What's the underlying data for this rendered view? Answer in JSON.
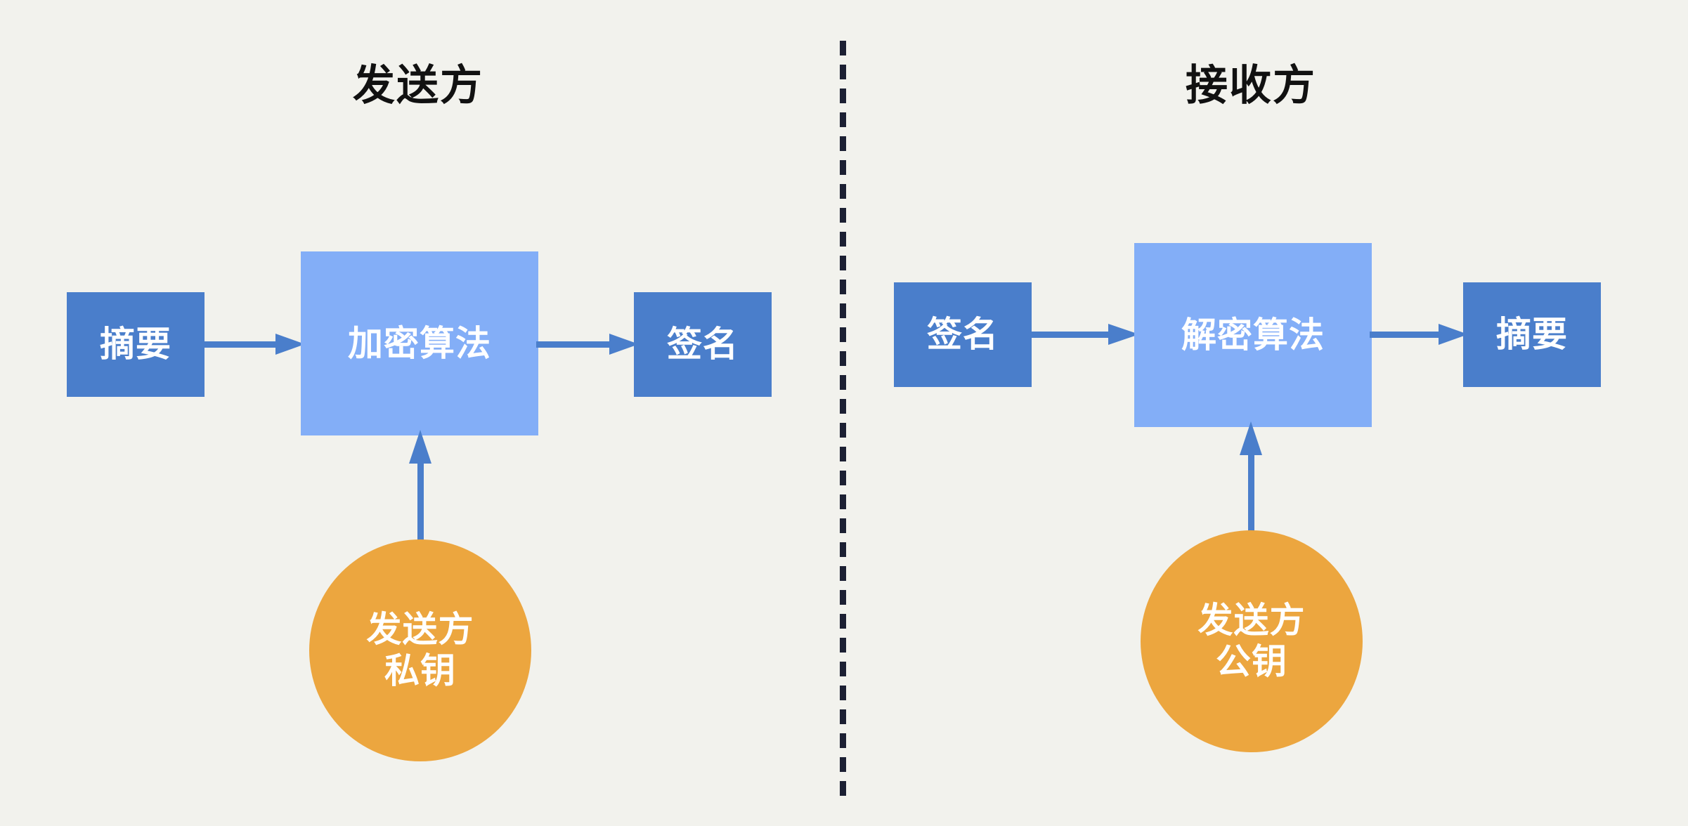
{
  "diagram": {
    "background_color": "#f2f2ed",
    "divider": {
      "name": "vertical-dashed-divider",
      "color": "#1c2033"
    },
    "palette": {
      "box_dark_blue": "#4a7ecb",
      "box_light_blue": "#83aef7",
      "circle_orange": "#eca63f",
      "arrow_blue": "#4a7ecb",
      "text_on_shape": "#ffffff",
      "title_text": "#111111"
    },
    "panels": [
      {
        "id": "sender",
        "title": "发送方",
        "nodes": [
          {
            "id": "digest-send",
            "label": "摘要",
            "shape": "rect",
            "fill": "#4a7ecb"
          },
          {
            "id": "encrypt",
            "label": "加密算法",
            "shape": "rect",
            "fill": "#83aef7"
          },
          {
            "id": "signature-send",
            "label": "签名",
            "shape": "rect",
            "fill": "#4a7ecb"
          },
          {
            "id": "private-key",
            "label_line1": "发送方",
            "label_line2": "私钥",
            "shape": "circle",
            "fill": "#eca63f"
          }
        ],
        "edges": [
          {
            "from": "digest-send",
            "to": "encrypt",
            "direction": "right"
          },
          {
            "from": "encrypt",
            "to": "signature-send",
            "direction": "right"
          },
          {
            "from": "private-key",
            "to": "encrypt",
            "direction": "up"
          }
        ]
      },
      {
        "id": "receiver",
        "title": "接收方",
        "nodes": [
          {
            "id": "signature-recv",
            "label": "签名",
            "shape": "rect",
            "fill": "#4a7ecb"
          },
          {
            "id": "decrypt",
            "label": "解密算法",
            "shape": "rect",
            "fill": "#83aef7"
          },
          {
            "id": "digest-recv",
            "label": "摘要",
            "shape": "rect",
            "fill": "#4a7ecb"
          },
          {
            "id": "public-key",
            "label_line1": "发送方",
            "label_line2": "公钥",
            "shape": "circle",
            "fill": "#eca63f"
          }
        ],
        "edges": [
          {
            "from": "signature-recv",
            "to": "decrypt",
            "direction": "right"
          },
          {
            "from": "decrypt",
            "to": "digest-recv",
            "direction": "right"
          },
          {
            "from": "public-key",
            "to": "decrypt",
            "direction": "up"
          }
        ]
      }
    ]
  }
}
